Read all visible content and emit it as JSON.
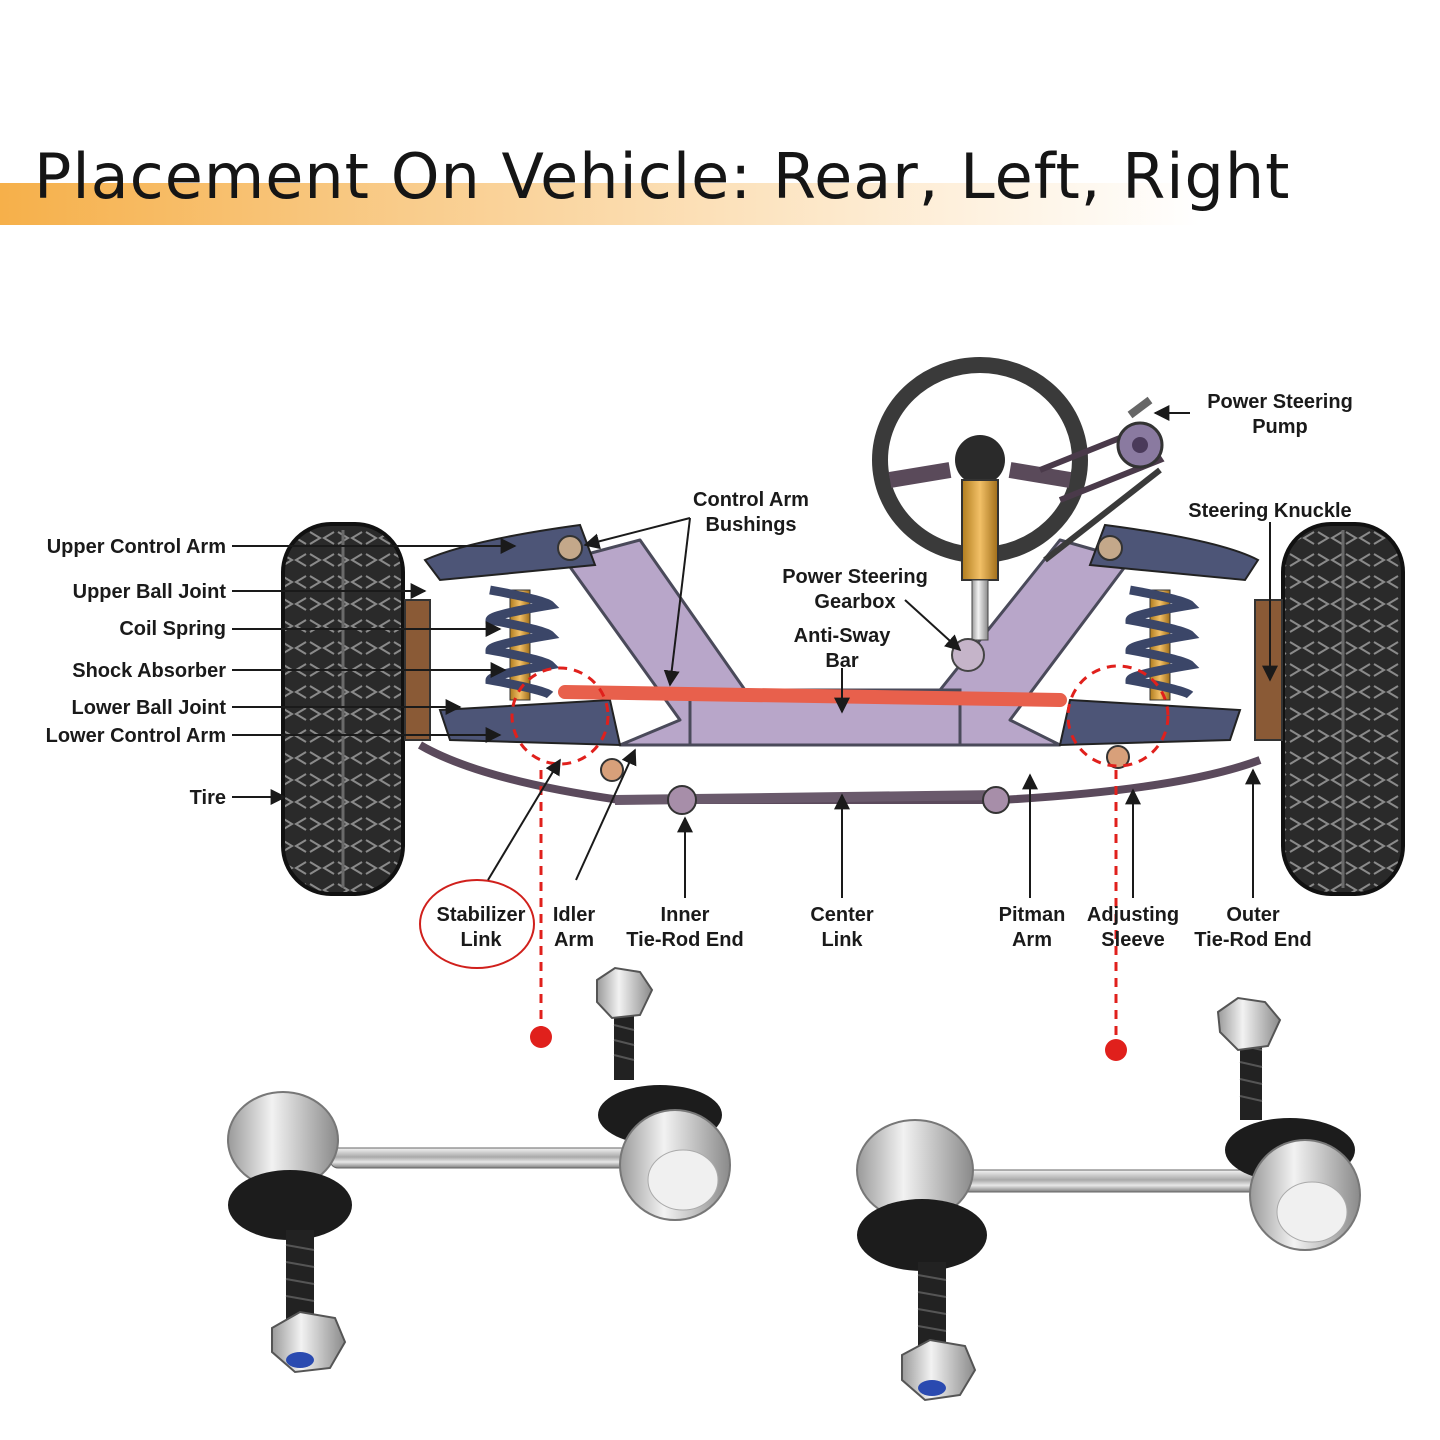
{
  "title": "Placement On Vehicle: Rear, Left, Right",
  "labels": {
    "upper_control_arm": "Upper Control Arm",
    "upper_ball_joint": "Upper Ball Joint",
    "coil_spring": "Coil Spring",
    "shock_absorber": "Shock Absorber",
    "lower_ball_joint": "Lower Ball Joint",
    "lower_control_arm": "Lower Control Arm",
    "tire": "Tire",
    "control_arm_bushings_1": "Control Arm",
    "control_arm_bushings_2": "Bushings",
    "power_steering_gearbox_1": "Power Steering",
    "power_steering_gearbox_2": "Gearbox",
    "anti_sway_bar_1": "Anti-Sway",
    "anti_sway_bar_2": "Bar",
    "power_steering_pump_1": "Power Steering",
    "power_steering_pump_2": "Pump",
    "steering_knuckle": "Steering Knuckle",
    "stabilizer_link_1": "Stabilizer",
    "stabilizer_link_2": "Link",
    "idler_arm_1": "Idler",
    "idler_arm_2": "Arm",
    "inner_tie_rod_1": "Inner",
    "inner_tie_rod_2": "Tie-Rod End",
    "center_link_1": "Center",
    "center_link_2": "Link",
    "pitman_arm_1": "Pitman",
    "pitman_arm_2": "Arm",
    "adjusting_sleeve_1": "Adjusting",
    "adjusting_sleeve_2": "Sleeve",
    "outer_tie_rod_1": "Outer",
    "outer_tie_rod_2": "Tie-Rod End"
  },
  "colors": {
    "title_band": "#f6b04a",
    "frame": "#b8a6c9",
    "control_arm": "#4d5577",
    "sway_bar": "#e8604c",
    "callout_red": "#e0201c",
    "tire": "#2a2a2a"
  }
}
